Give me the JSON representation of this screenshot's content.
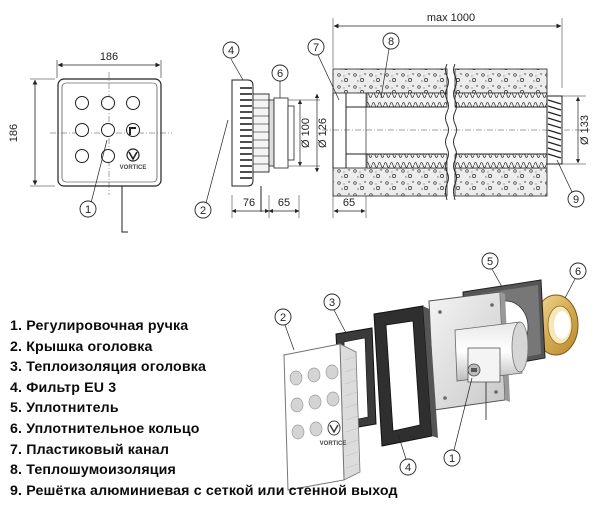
{
  "brand_label": "VORTICE",
  "dimensions": {
    "width": "186",
    "height": "186",
    "max_length": "max 1000",
    "depth_front": "76",
    "depth_rear": "65",
    "depth_wall": "65",
    "diameter_inner": "Ø 100",
    "diameter_outer": "Ø 126",
    "diameter_grille": "Ø 133"
  },
  "callout_numbers": [
    "1",
    "2",
    "3",
    "4",
    "5",
    "6",
    "7",
    "8",
    "9"
  ],
  "parts_list": [
    {
      "number": "1.",
      "text": "Регулировочная ручка"
    },
    {
      "number": "2.",
      "text": "Крышка оголовка"
    },
    {
      "number": "3.",
      "text": "Теплоизоляция оголовка"
    },
    {
      "number": "4.",
      "text": "Фильтр  EU 3"
    },
    {
      "number": "5.",
      "text": "Уплотнитель"
    },
    {
      "number": "6.",
      "text": "Уплотнительное кольцо"
    },
    {
      "number": "7.",
      "text": "Пластиковый канал"
    },
    {
      "number": "8.",
      "text": "Теплошумоизоляция"
    },
    {
      "number": "9.",
      "text": "Решётка алюминиевая с сеткой или стенной выход"
    }
  ],
  "colors": {
    "line": "#222222",
    "concrete_fill": "#ececec",
    "insulation_fill": "#d8d8d8",
    "ring_gold": "#d6ad52",
    "ring_gold_light": "#f0d890",
    "gasket_dark": "#3a3a3a",
    "plate_grey": "#cfcfcf"
  }
}
